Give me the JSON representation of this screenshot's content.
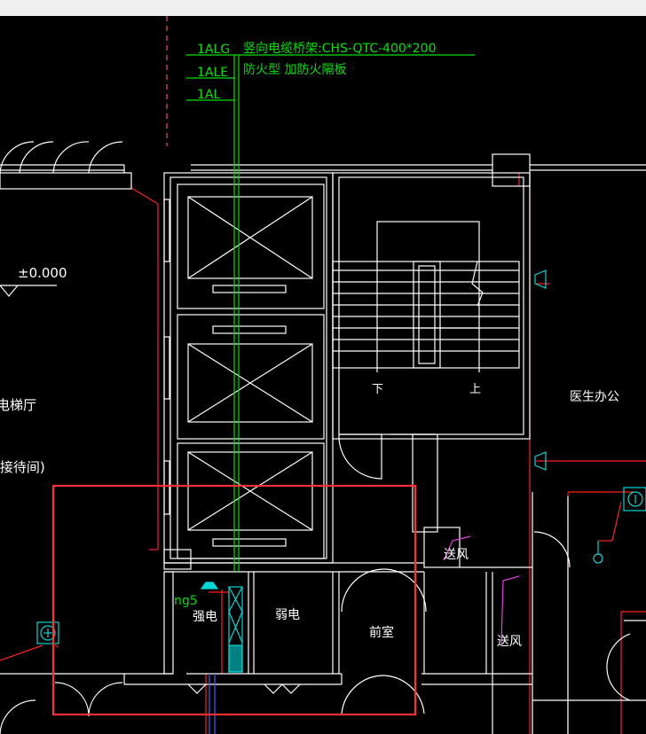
{
  "window": {
    "topbar_color": "#efefef",
    "background": "#000000"
  },
  "colors": {
    "wall": "#ffffff",
    "red_line": "#ff2020",
    "green_line": "#00e000",
    "selection_box": "#ff3030",
    "cyan": "#00d8d8",
    "magenta": "#e040e0",
    "blue": "#4060ff"
  },
  "annotations": {
    "cable_circuit_1": "1ALG",
    "cable_circuit_2": "1ALE",
    "cable_circuit_3": "1AL",
    "cable_tray_spec": "竖向电缆桥架:CHS-QTC-400*200",
    "fire_spec": "防火型  加防火隔板",
    "elevation": "±0.000",
    "tray_tag": "ng5"
  },
  "rooms": {
    "elevator_hall": "电梯厅",
    "elevator_room": "(接待间)",
    "strong_power": "强电",
    "weak_power": "弱电",
    "anteroom": "前室",
    "doctor_office": "医生办公",
    "stair_down": "下",
    "stair_up": "上",
    "air_supply_1": "送风",
    "air_supply_2": "送风"
  },
  "selection": {
    "active": true,
    "target": "electrical shaft area"
  }
}
